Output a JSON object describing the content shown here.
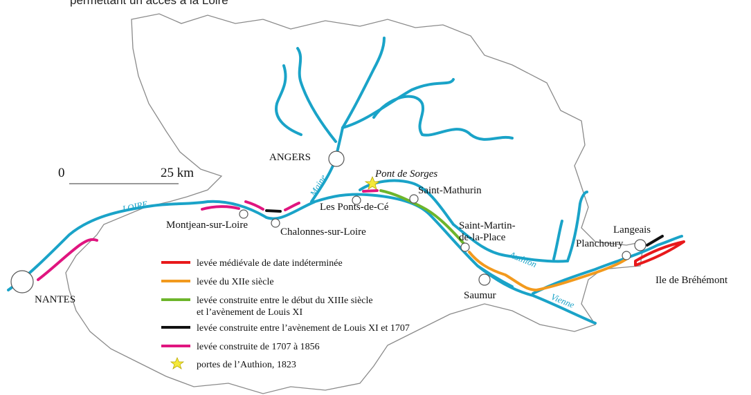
{
  "caption": "permettant un accès à la Loire",
  "scale": {
    "zero": "0",
    "distance": "25 km"
  },
  "rivers": {
    "loire": "LOIRE",
    "maine": "Maine",
    "authion": "Authion",
    "vienne": "Vienne"
  },
  "places": {
    "nantes": "NANTES",
    "angers": "ANGERS",
    "montjean": "Montjean-sur-Loire",
    "chalonnes": "Chalonnes-sur-Loire",
    "ponts_de_ce": "Les Ponts-de-Cé",
    "pont_de_sorges": "Pont de Sorges",
    "saint_mathurin": "Saint-Mathurin",
    "saint_martin_1": "Saint-Martin-",
    "saint_martin_2": "de-la-Place",
    "saumur": "Saumur",
    "planchoury": "Planchoury",
    "langeais": "Langeais",
    "brehemont": "Ile de Bréhémont"
  },
  "legend": {
    "items": [
      {
        "label": "levée médiévale de date indéterminée",
        "color": "#e8191b",
        "symbol": "line"
      },
      {
        "label": "levée du XIIe siècle",
        "color": "#f29a1e",
        "symbol": "line"
      },
      {
        "label": "levée construite entre le début du XIIIe siècle",
        "label2": "et l’avènement de Louis XI",
        "color": "#6db52b",
        "symbol": "line"
      },
      {
        "label": "levée construite entre l’avènement de Louis XI et 1707",
        "color": "#111111",
        "symbol": "line"
      },
      {
        "label": "levée construite de 1707 à 1856",
        "color": "#e0157f",
        "symbol": "line"
      },
      {
        "label": "portes de l’Authion, 1823",
        "color": "#f5e93a",
        "symbol": "star-icon"
      }
    ]
  },
  "colors": {
    "river": "#1aa3c8",
    "boundary": "#8a8a8a",
    "boundary_fill": "#ffffff"
  }
}
